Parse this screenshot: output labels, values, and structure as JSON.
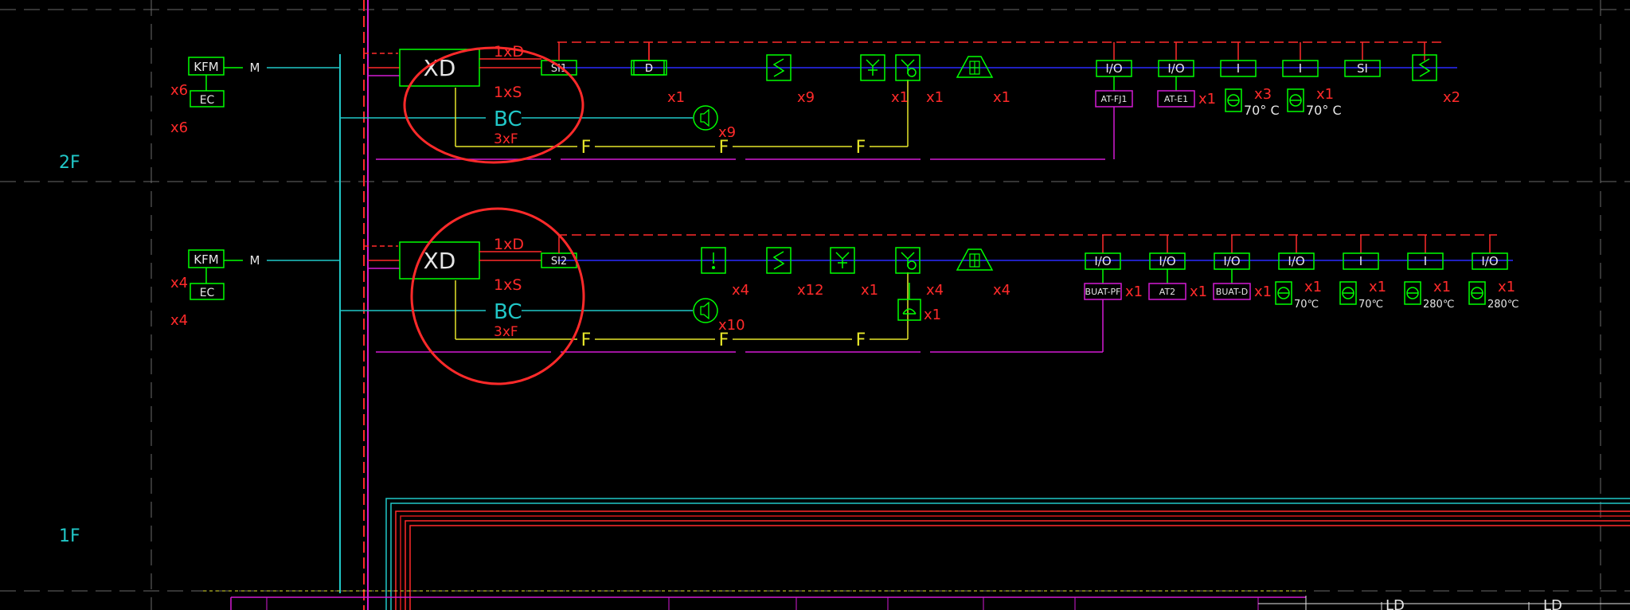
{
  "floors": [
    {
      "label": "2F",
      "panel": {
        "kfm": "KFM",
        "m": "M",
        "ec": "EC",
        "count": "x6"
      },
      "box": {
        "label": "XD",
        "d": "1xD",
        "s": "1xS",
        "bc": "BC",
        "f": "3xF"
      },
      "speaker_count": "x9",
      "f_marks": [
        "F",
        "F",
        "F"
      ],
      "devices": [
        {
          "type": "box",
          "text": "SI1",
          "count": ""
        },
        {
          "type": "box",
          "text": "D",
          "count": "x1"
        },
        {
          "type": "smoke",
          "text": "",
          "count": "x9"
        },
        {
          "type": "heat",
          "text": "",
          "count": "x1"
        },
        {
          "type": "manual",
          "text": "",
          "count": "x1"
        },
        {
          "type": "alarm",
          "text": "",
          "count": "x1"
        }
      ],
      "io_modules": [
        {
          "text": "I/O",
          "sub": "AT-FJ1",
          "sub_count": ""
        },
        {
          "text": "I/O",
          "sub": "AT-E1",
          "sub_count": "x1"
        },
        {
          "text": "I",
          "sub": "",
          "valve": "70° C",
          "sub_count": "x3"
        },
        {
          "text": "I",
          "sub": "",
          "valve": "70° C",
          "sub_count": "x1"
        },
        {
          "text": "SI",
          "sub": "",
          "sub_count": ""
        },
        {
          "text": "",
          "sub": "",
          "sub_count": "x2",
          "smoke": true
        }
      ]
    },
    {
      "label": "",
      "panel": {
        "kfm": "KFM",
        "m": "M",
        "ec": "EC",
        "count": "x4"
      },
      "box": {
        "label": "XD",
        "d": "1xD",
        "s": "1xS",
        "bc": "BC",
        "f": "3xF"
      },
      "speaker_count": "x10",
      "phone_count": "x1",
      "f_marks": [
        "F",
        "F",
        "F"
      ],
      "devices": [
        {
          "type": "box",
          "text": "SI2",
          "count": ""
        },
        {
          "type": "hydrant",
          "text": "",
          "count": "x4"
        },
        {
          "type": "smoke",
          "text": "",
          "count": "x12"
        },
        {
          "type": "heat",
          "text": "",
          "count": "x1"
        },
        {
          "type": "manual",
          "text": "",
          "count": "x4"
        },
        {
          "type": "alarm",
          "text": "",
          "count": "x4"
        }
      ],
      "io_modules": [
        {
          "text": "I/O",
          "sub": "BUAT-PF",
          "sub_count": "x1"
        },
        {
          "text": "I/O",
          "sub": "AT2",
          "sub_count": "x1"
        },
        {
          "text": "I/O",
          "sub": "BUAT-D",
          "sub_count": "x1"
        },
        {
          "text": "I/O",
          "sub": "",
          "valve": "70℃",
          "sub_count": "x1"
        },
        {
          "text": "I",
          "sub": "",
          "valve": "70℃",
          "sub_count": "x1"
        },
        {
          "text": "I",
          "sub": "",
          "valve": "280℃",
          "sub_count": "x1"
        },
        {
          "text": "I/O",
          "sub": "",
          "valve": "280℃",
          "sub_count": "x1"
        }
      ]
    }
  ],
  "floor_labels": {
    "upper": "2F",
    "lower": "1F"
  },
  "legend_right": [
    "LD",
    "LD"
  ],
  "colors": {
    "background": "#000000",
    "green": "#00ff00",
    "red": "#ff2a2a",
    "dark_red": "#d41a1a",
    "blue": "#2b2bff",
    "cyan": "#21c7c7",
    "yellow": "#e6e62a",
    "magenta": "#d41ad4",
    "white": "#e6e6e6",
    "grey": "#6a6a6a"
  }
}
